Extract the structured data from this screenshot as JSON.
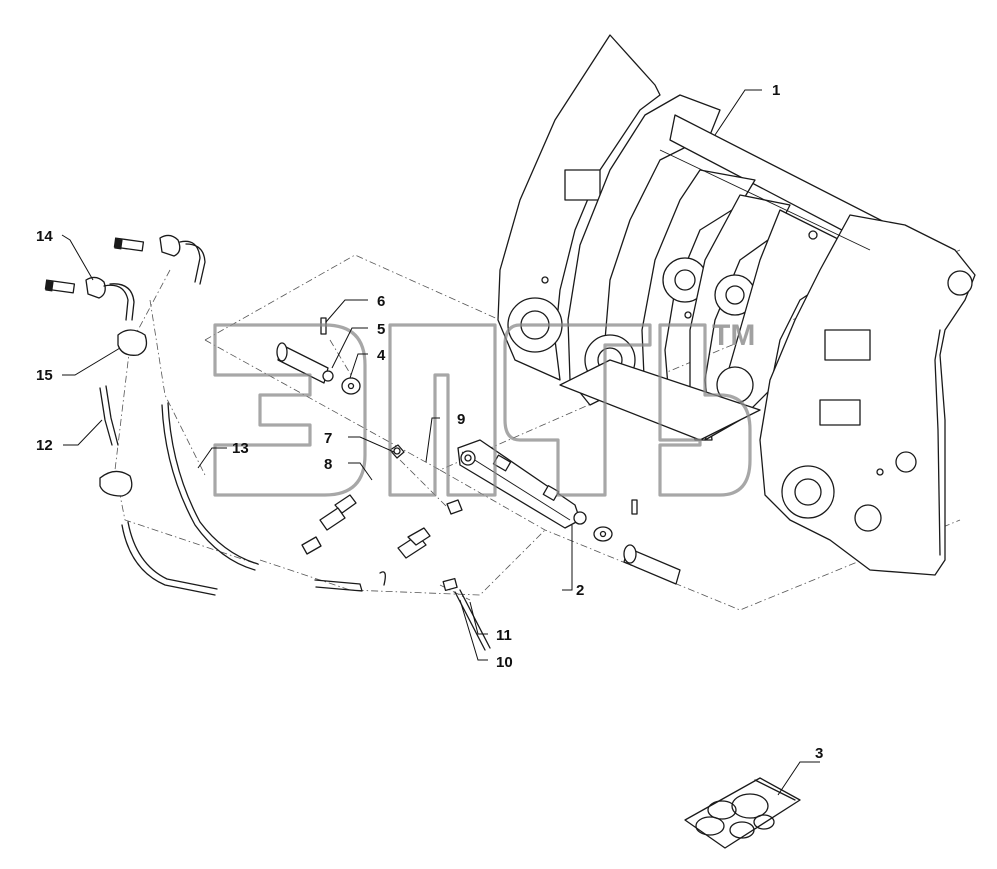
{
  "watermark": {
    "trademark": "TM"
  },
  "callouts": {
    "c1": "1",
    "c2": "2",
    "c3": "3",
    "c4": "4",
    "c5": "5",
    "c6": "6",
    "c7": "7",
    "c8": "8",
    "c9": "9",
    "c10": "10",
    "c11": "11",
    "c12": "12",
    "c13": "13",
    "c14": "14",
    "c15": "15"
  }
}
